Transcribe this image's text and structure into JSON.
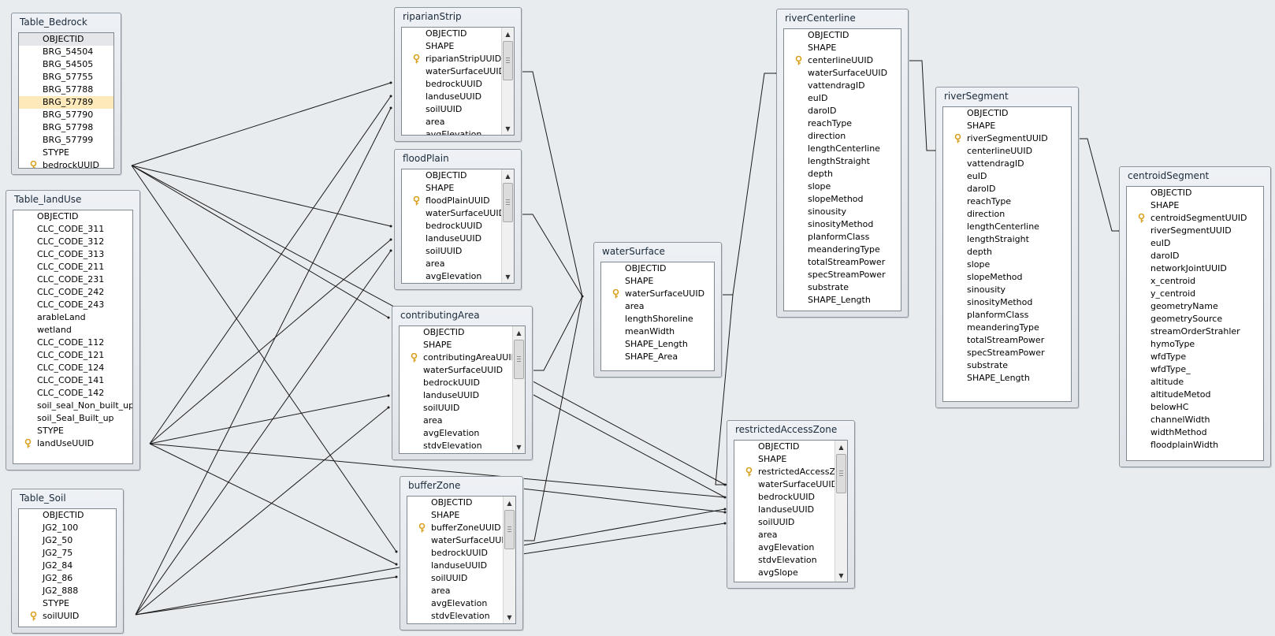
{
  "tables": {
    "table_bedrock": {
      "title": "Table_Bedrock",
      "fields": [
        "OBJECTID",
        "BRG_54504",
        "BRG_54505",
        "BRG_57755",
        "BRG_57788",
        "BRG_57789",
        "BRG_57790",
        "BRG_57798",
        "BRG_57799",
        "STYPE",
        "bedrockUUID"
      ],
      "key": [
        10
      ],
      "highlight": [
        5
      ]
    },
    "table_landuse": {
      "title": "Table_landUse",
      "fields": [
        "OBJECTID",
        "CLC_CODE_311",
        "CLC_CODE_312",
        "CLC_CODE_313",
        "CLC_CODE_211",
        "CLC_CODE_231",
        "CLC_CODE_242",
        "CLC_CODE_243",
        "arableLand",
        "wetland",
        "CLC_CODE_112",
        "CLC_CODE_121",
        "CLC_CODE_124",
        "CLC_CODE_141",
        "CLC_CODE_142",
        "soil_seal_Non_built_up",
        "soil_Seal_Built_up",
        "STYPE",
        "landUseUUID"
      ],
      "key": [
        18
      ]
    },
    "table_soil": {
      "title": "Table_Soil",
      "fields": [
        "OBJECTID",
        "JG2_100",
        "JG2_50",
        "JG2_75",
        "JG2_84",
        "JG2_86",
        "JG2_888",
        "STYPE",
        "soilUUID"
      ],
      "key": [
        8
      ]
    },
    "riparian_strip": {
      "title": "riparianStrip",
      "fields": [
        "OBJECTID",
        "SHAPE",
        "riparianStripUUID",
        "waterSurfaceUUID",
        "bedrockUUID",
        "landuseUUID",
        "soilUUID",
        "area",
        "avgElevation"
      ],
      "key": [
        2
      ]
    },
    "flood_plain": {
      "title": "floodPlain",
      "fields": [
        "OBJECTID",
        "SHAPE",
        "floodPlainUUID",
        "waterSurfaceUUID",
        "bedrockUUID",
        "landuseUUID",
        "soilUUID",
        "area",
        "avgElevation"
      ],
      "key": [
        2
      ]
    },
    "contributing_area": {
      "title": "contributingArea",
      "fields": [
        "OBJECTID",
        "SHAPE",
        "contributingAreaUUID",
        "waterSurfaceUUID",
        "bedrockUUID",
        "landuseUUID",
        "soilUUID",
        "area",
        "avgElevation",
        "stdvElevation"
      ],
      "key": [
        2
      ]
    },
    "buffer_zone": {
      "title": "bufferZone",
      "fields": [
        "OBJECTID",
        "SHAPE",
        "bufferZoneUUID",
        "waterSurfaceUUID",
        "bedrockUUID",
        "landuseUUID",
        "soilUUID",
        "area",
        "avgElevation",
        "stdvElevation"
      ],
      "key": [
        2
      ]
    },
    "water_surface": {
      "title": "waterSurface",
      "fields": [
        "OBJECTID",
        "SHAPE",
        "waterSurfaceUUID",
        "area",
        "lengthShoreline",
        "meanWidth",
        "SHAPE_Length",
        "SHAPE_Area"
      ],
      "key": [
        2
      ]
    },
    "river_centerline": {
      "title": "riverCenterline",
      "fields": [
        "OBJECTID",
        "SHAPE",
        "centerlineUUID",
        "waterSurfaceUUID",
        "vattendragID",
        "euID",
        "daroID",
        "reachType",
        "direction",
        "lengthCenterline",
        "lengthStraight",
        "depth",
        "slope",
        "slopeMethod",
        "sinousity",
        "sinosityMethod",
        "planformClass",
        "meanderingType",
        "totalStreamPower",
        "specStreamPower",
        "substrate",
        "SHAPE_Length"
      ],
      "key": [
        2
      ]
    },
    "restricted_access_zone": {
      "title": "restrictedAccessZone",
      "fields": [
        "OBJECTID",
        "SHAPE",
        "restrictedAccessZone",
        "waterSurfaceUUID",
        "bedrockUUID",
        "landuseUUID",
        "soilUUID",
        "area",
        "avgElevation",
        "stdvElevation",
        "avgSlope"
      ],
      "key": [
        2
      ]
    },
    "river_segment": {
      "title": "riverSegment",
      "fields": [
        "OBJECTID",
        "SHAPE",
        "riverSegmentUUID",
        "centerlineUUID",
        "vattendragID",
        "euID",
        "daroID",
        "reachType",
        "direction",
        "lengthCenterline",
        "lengthStraight",
        "depth",
        "slope",
        "slopeMethod",
        "sinousity",
        "sinosityMethod",
        "planformClass",
        "meanderingType",
        "totalStreamPower",
        "specStreamPower",
        "substrate",
        "SHAPE_Length"
      ],
      "key": [
        2
      ]
    },
    "centroid_segment": {
      "title": "centroidSegment",
      "fields": [
        "OBJECTID",
        "SHAPE",
        "centroidSegmentUUID",
        "riverSegmentUUID",
        "euID",
        "daroID",
        "networkJointUUID",
        "x_centroid",
        "y_centroid",
        "geometryName",
        "geometrySource",
        "streamOrderStrahler",
        "hymoType",
        "wfdType",
        "wfdType_",
        "altitude",
        "altitudeMetod",
        "belowHC",
        "channelWidth",
        "widthMethod",
        "floodplainWidth"
      ],
      "key": [
        2
      ]
    }
  },
  "icons": {
    "primary_key": "key-icon",
    "scroll_up": "arrow-up-icon",
    "scroll_down": "arrow-down-icon"
  },
  "colors": {
    "background": "#e9ecef",
    "line": "#1a1a1a",
    "highlight": "#fde9b9",
    "key": "#d9a020"
  }
}
